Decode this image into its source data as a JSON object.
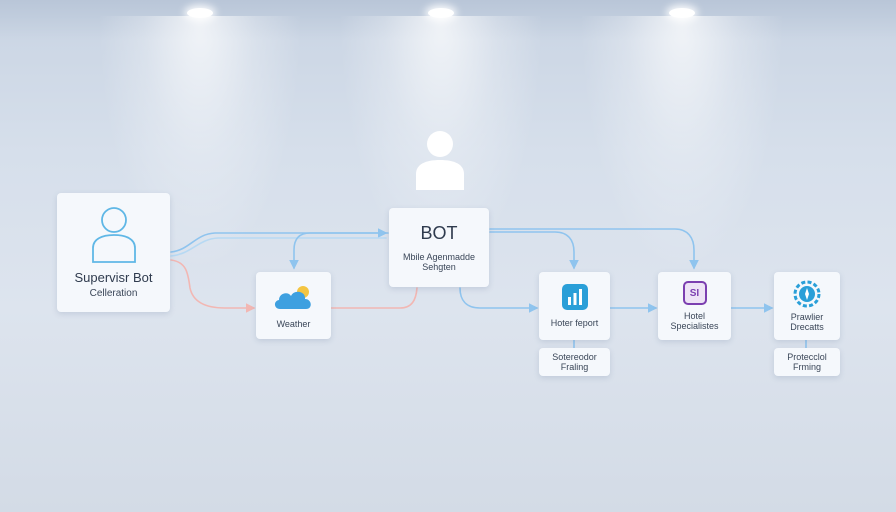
{
  "nodes": {
    "supervisor": {
      "title": "Supervisr Bot",
      "subtitle": "Celleration"
    },
    "bot": {
      "title": "BOT",
      "subtitle_line1": "Mbile Agenmadde",
      "subtitle_line2": "Sehgten"
    },
    "weather": {
      "label": "Weather"
    },
    "hotel_report": {
      "label": "Hoter feport"
    },
    "hotel_specialist": {
      "label_line1": "Hotel",
      "label_line2": "Specialistes"
    },
    "traveler": {
      "label_line1": "Prawlier",
      "label_line2": "Drecatts"
    }
  },
  "sub_nodes": {
    "hotel_report_sub": {
      "line1": "Sotereodor",
      "line2": "Fraling"
    },
    "traveler_sub": {
      "line1": "Protecclol",
      "line2": "Frming"
    }
  },
  "icons": {
    "user": "user-silhouette-icon",
    "supervisor": "user-outline-icon",
    "weather": "cloud-sun-icon",
    "hotel_report": "bar-chart-icon",
    "hotel_specialist": "ai-badge-icon",
    "traveler": "compass-gear-icon"
  },
  "icon_text": {
    "hotel_specialist_badge": "SI"
  },
  "colors": {
    "wire_blue": "#8fc4ee",
    "wire_pink": "#f2b7b3",
    "icon_blue": "#2a9fd8",
    "icon_purple": "#7b3fb0",
    "text": "#3a4658"
  }
}
